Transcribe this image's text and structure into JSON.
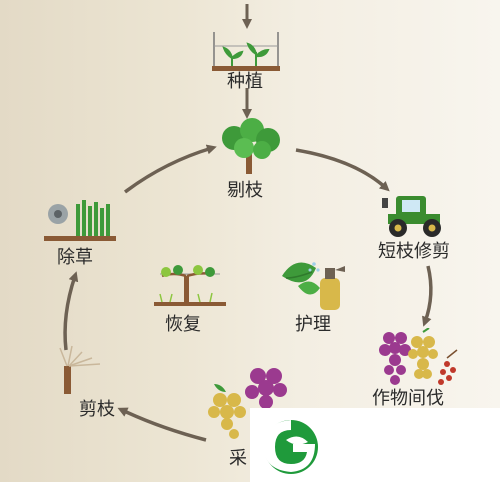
{
  "diagram": {
    "steps": {
      "planting": "种植",
      "disbudding": "剔枝",
      "short_pruning": "短枝修剪",
      "intercropping": "作物间伐",
      "harvest": "采",
      "pruning": "剪枝",
      "weeding": "除草",
      "recovery": "恢复",
      "care": "护理"
    },
    "colors": {
      "arrow": "#6d6153",
      "leaf_green": "#3e9a3a",
      "tractor_green": "#3a8c2f",
      "grape_purple": "#9b3a8f",
      "grape_gold": "#d8b84a",
      "soil": "#8a5a35",
      "logo_green": "#1f9a3b"
    }
  }
}
